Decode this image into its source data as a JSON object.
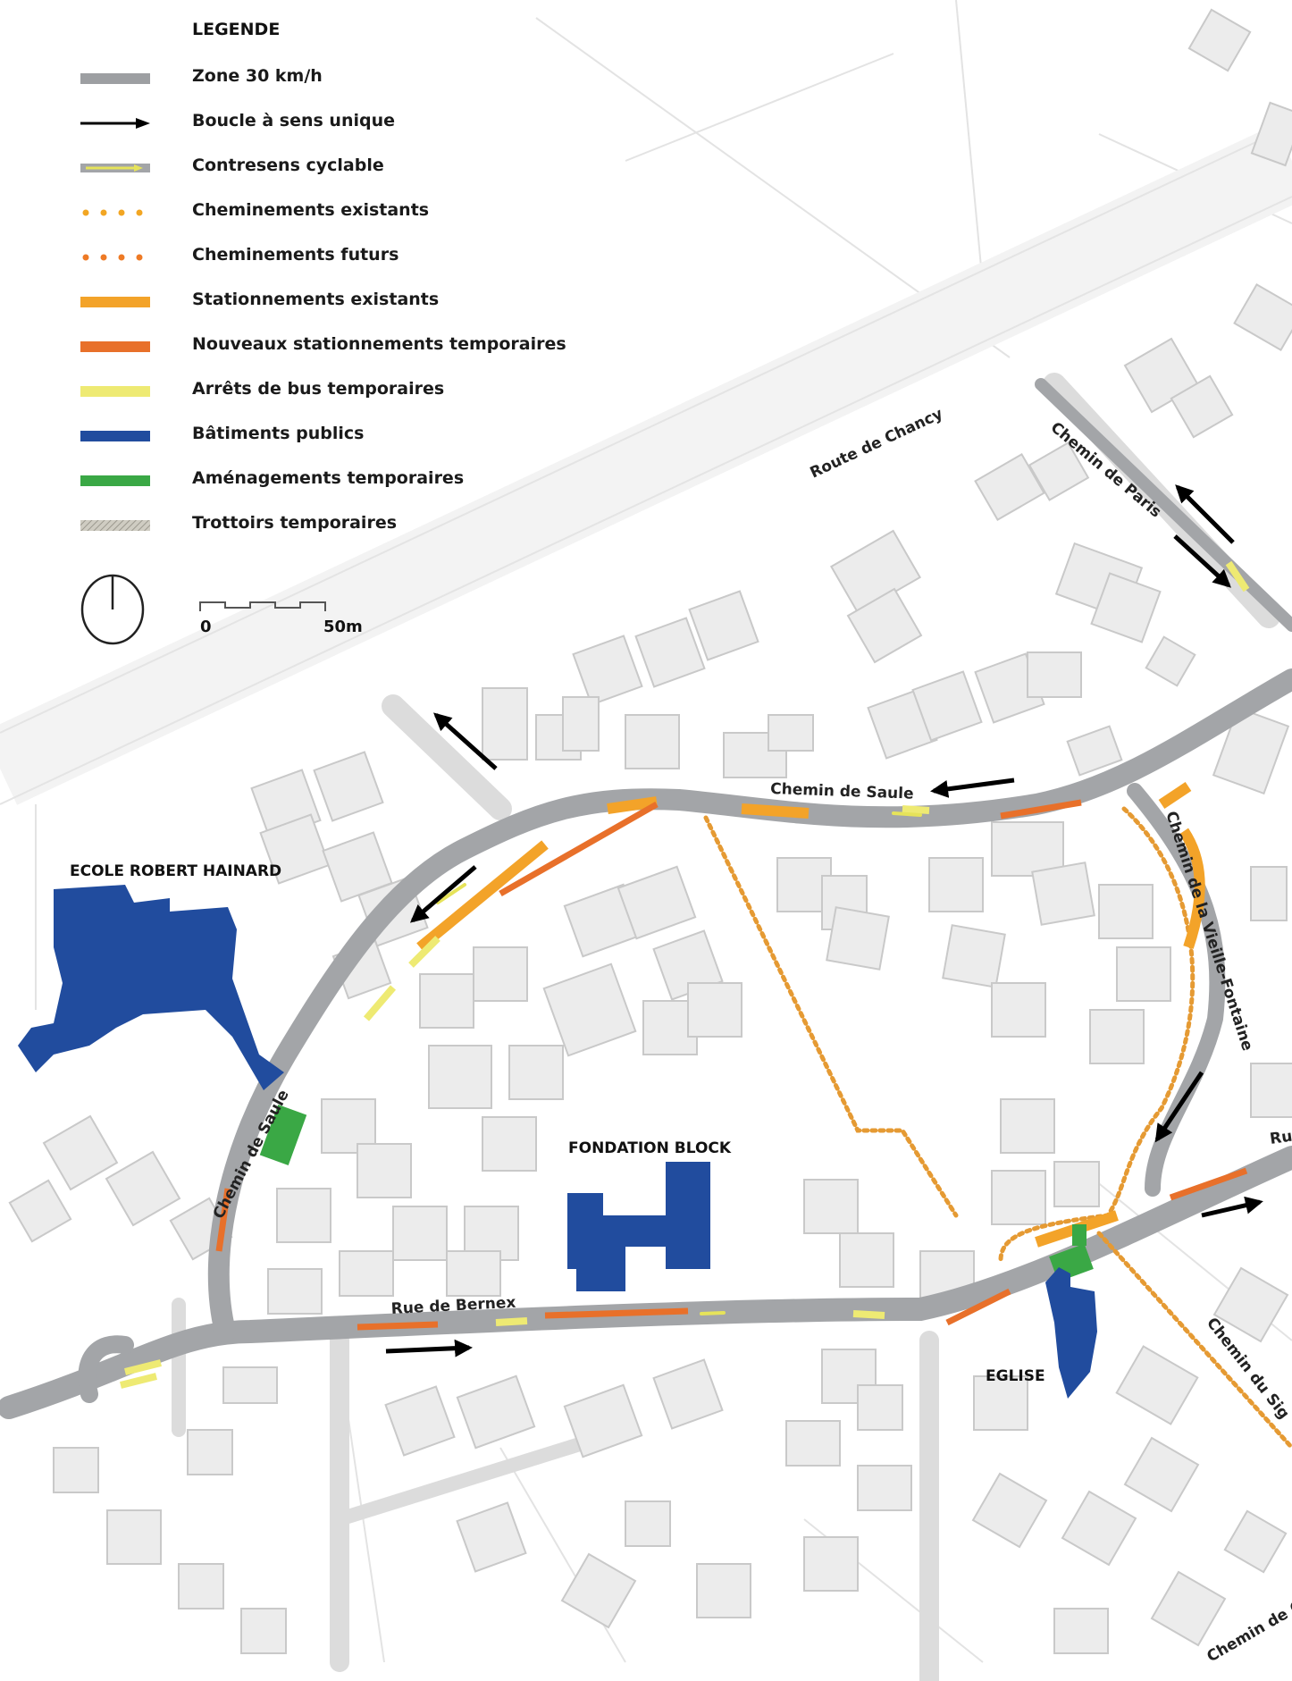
{
  "legend": {
    "title": "LEGENDE",
    "items": [
      {
        "label": "Zone 30 km/h",
        "symbol": "zone30",
        "color": "#9d9fa2"
      },
      {
        "label": "Boucle à sens unique",
        "symbol": "arrow",
        "color": "#000000"
      },
      {
        "label": "Contresens cyclable",
        "symbol": "contresens",
        "color": "#e6e35a"
      },
      {
        "label": "Cheminements existants",
        "symbol": "dots",
        "color": "#f2a623"
      },
      {
        "label": "Cheminements futurs",
        "symbol": "dots",
        "color": "#ee7a25"
      },
      {
        "label": "Stationnements existants",
        "symbol": "bar",
        "color": "#f3a329"
      },
      {
        "label": "Nouveaux stationnements temporaires",
        "symbol": "bar",
        "color": "#e8702a"
      },
      {
        "label": "Arrêts de bus temporaires",
        "symbol": "bar",
        "color": "#eeea73"
      },
      {
        "label": "Bâtiments publics",
        "symbol": "bar",
        "color": "#214c9e"
      },
      {
        "label": "Aménagements temporaires",
        "symbol": "bar",
        "color": "#3aa845"
      },
      {
        "label": "Trottoirs temporaires",
        "symbol": "hatch",
        "color": "#b5b2a8"
      }
    ],
    "scale": {
      "start": "0",
      "end": "50m"
    }
  },
  "streets": [
    {
      "id": "route-de-chancy",
      "name": "Route de Chancy"
    },
    {
      "id": "chemin-de-paris",
      "name": "Chemin de Paris"
    },
    {
      "id": "chemin-de-saule-north",
      "name": "Chemin de Saule"
    },
    {
      "id": "chemin-de-saule-west",
      "name": "Chemin de Saule"
    },
    {
      "id": "chemin-vieille-fontaine",
      "name": "Chemin de la Vieille-Fontaine"
    },
    {
      "id": "rue-de-bernex",
      "name": "Rue de Bernex"
    },
    {
      "id": "chemin-du-signal",
      "name": "Chemin du Sig"
    },
    {
      "id": "chemin-de-c",
      "name": "Chemin de C"
    },
    {
      "id": "rue-east",
      "name": "Ru"
    }
  ],
  "places": [
    {
      "id": "ecole",
      "name": "ECOLE ROBERT HAINARD"
    },
    {
      "id": "fondation",
      "name": "FONDATION BLOCK"
    },
    {
      "id": "eglise",
      "name": "EGLISE"
    }
  ],
  "colors": {
    "road": "#a3a5a8",
    "building": "#ececec",
    "building_stroke": "#c9c9c9",
    "public": "#214c9e",
    "parking_existing": "#f3a329",
    "parking_new": "#e8702a",
    "bus": "#eeea73",
    "temporary": "#3aa845",
    "path": "#e59a33"
  }
}
